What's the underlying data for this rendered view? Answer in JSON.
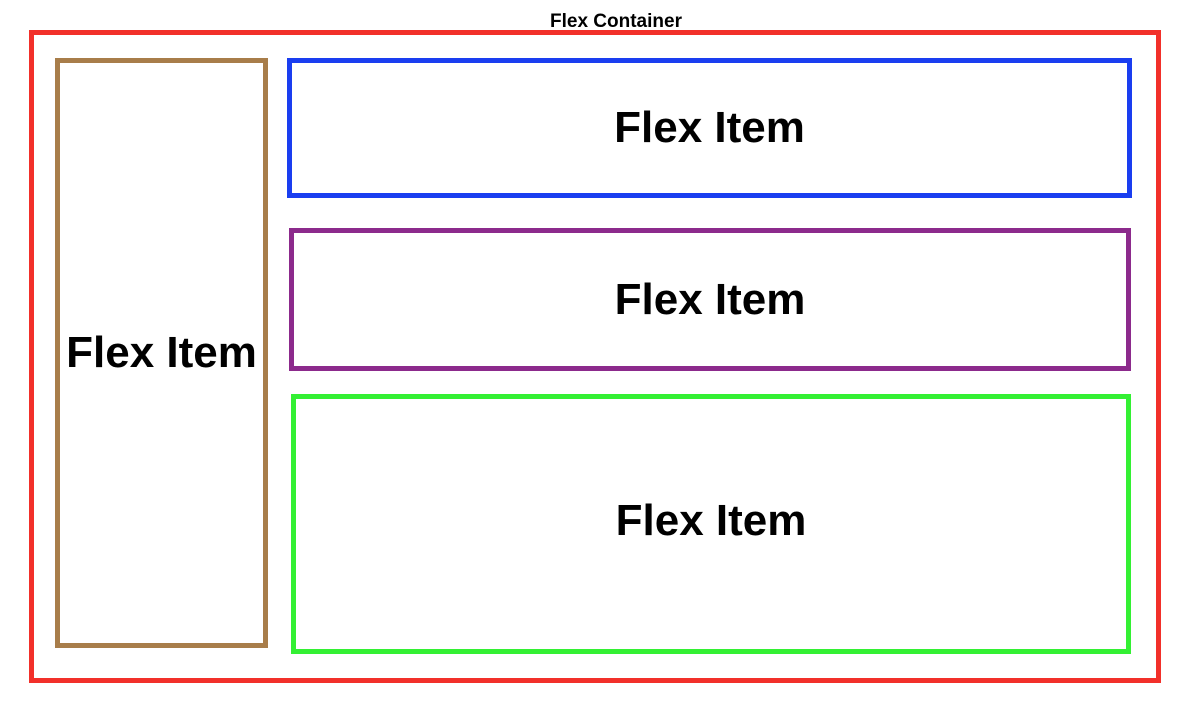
{
  "diagram": {
    "container": {
      "label": "Flex Container",
      "border_color": "#f2302a"
    },
    "items": [
      {
        "label": "Flex Item",
        "border_color": "#a87d4a"
      },
      {
        "label": "Flex Item",
        "border_color": "#1a3ef0"
      },
      {
        "label": "Flex Item",
        "border_color": "#8c2a8c"
      },
      {
        "label": "Flex Item",
        "border_color": "#33f033"
      }
    ]
  }
}
